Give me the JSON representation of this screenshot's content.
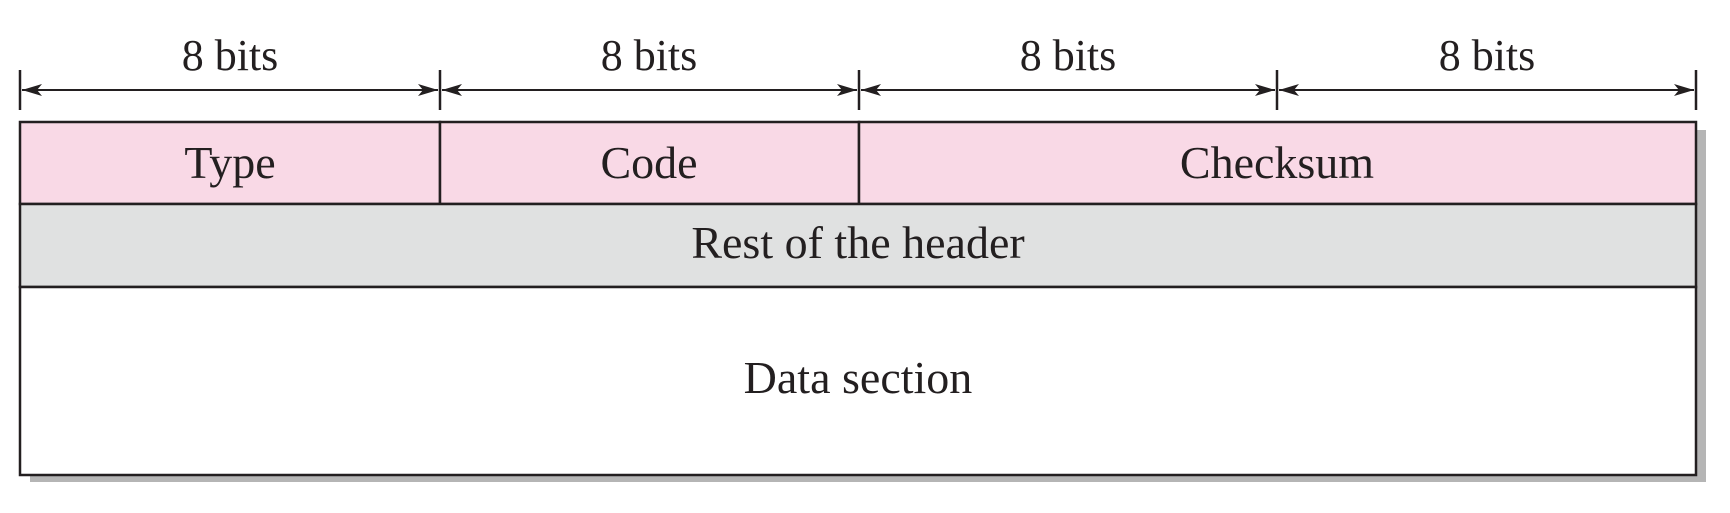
{
  "diagram": {
    "bit_widths": [
      {
        "label": "8 bits"
      },
      {
        "label": "8 bits"
      },
      {
        "label": "8 bits"
      },
      {
        "label": "8 bits"
      }
    ],
    "fields": {
      "type": "Type",
      "code": "Code",
      "checksum": "Checksum",
      "rest_of_header": "Rest of the header",
      "data_section": "Data section"
    },
    "colors": {
      "header_fields": "#f9d9e6",
      "rest_of_header": "#e0e1e1",
      "data_section": "#ffffff",
      "border": "#231f20",
      "shadow": "#b5b5b5"
    }
  }
}
